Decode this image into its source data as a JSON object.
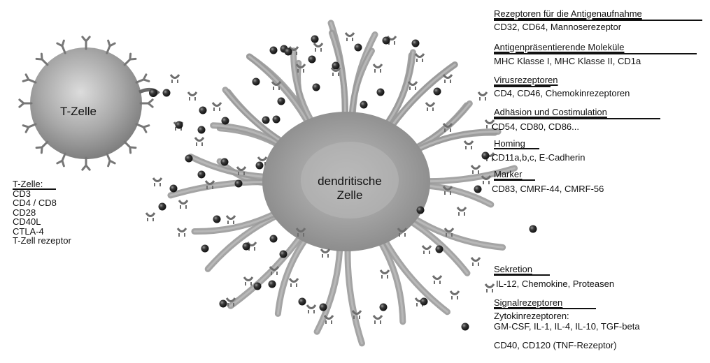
{
  "t_cell": {
    "label": "T-Zelle",
    "list_title": "T-Zelle:",
    "list_items": [
      "CD3",
      "CD4 / CD8",
      "CD28",
      "CD40L",
      "CTLA-4",
      "T-Zell rezeptor"
    ]
  },
  "dendritic_cell": {
    "label_line1": "dendritische",
    "label_line2": "Zelle"
  },
  "annotations": {
    "antigen_uptake": {
      "heading": "Rezeptoren für die Antigenaufnahme",
      "text": "CD32, CD64, Mannoserezeptor"
    },
    "antigen_presenting": {
      "heading": "Antigenpräsentierende Moleküle",
      "text": "MHC Klasse I, MHC Klasse II, CD1a"
    },
    "virus_receptors": {
      "heading": "Virusrezeptoren",
      "text": "CD4, CD46, Chemokinrezeptoren"
    },
    "adhesion": {
      "heading": "Adhäsion und Costimulation",
      "text": "CD54, CD80, CD86..."
    },
    "homing": {
      "heading": "Homing",
      "text": "CD11a,b,c, E-Cadherin"
    },
    "marker": {
      "heading": "Marker",
      "text": "CD83, CMRF-44, CMRF-56"
    },
    "secretion": {
      "heading": "Sekretion",
      "text": "IL-12, Chemokine, Proteasen"
    },
    "signal_receptors": {
      "heading": "Signalrezeptoren",
      "line1": "Zytokinrezeptoren:",
      "line2": "GM-CSF, IL-1, IL-4, IL-10, TGF-beta",
      "line3": "CD40, CD120 (TNF-Rezeptor)"
    }
  },
  "colors": {
    "cell_body": "#8e8e8e",
    "cell_highlight": "#d8d8d8",
    "receptor_gray": "#7a7a7a",
    "molecule_dark": "#2a2a2a",
    "text": "#111111"
  }
}
